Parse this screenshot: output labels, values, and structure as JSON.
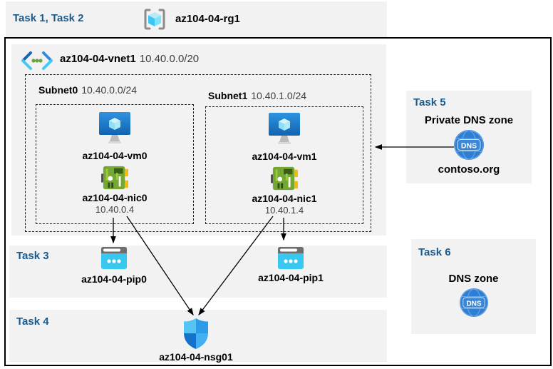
{
  "colors": {
    "accent": "#1a5b8e",
    "band": "#f2f2f2",
    "arrow": "#000000",
    "vm_blue": "#1b78cc",
    "nic_green": "#74a833",
    "pip_cyan": "#38c7ee",
    "shield_blue": "#2b9ce8",
    "dns_blue": "#2e7fd4"
  },
  "header": {
    "tasks_label": "Task 1, Task 2",
    "resource_group": "az104-04-rg1"
  },
  "vnet": {
    "name": "az104-04-vnet1",
    "cidr": "10.40.0.0/20",
    "subnets": [
      {
        "name": "Subnet0",
        "cidr": "10.40.0.0/24",
        "vm": "az104-04-vm0",
        "nic": "az104-04-nic0",
        "ip": "10.40.0.4"
      },
      {
        "name": "Subnet1",
        "cidr": "10.40.1.0/24",
        "vm": "az104-04-vm1",
        "nic": "az104-04-nic1",
        "ip": "10.40.1.4"
      }
    ]
  },
  "task3": {
    "label": "Task 3",
    "pip0": "az104-04-pip0",
    "pip1": "az104-04-pip1"
  },
  "task4": {
    "label": "Task 4",
    "nsg": "az104-04-nsg01"
  },
  "task5": {
    "label": "Task 5",
    "title": "Private DNS zone",
    "zone": "contoso.org",
    "dns_label": "DNS"
  },
  "task6": {
    "label": "Task 6",
    "title": "DNS zone",
    "dns_label": "DNS"
  }
}
